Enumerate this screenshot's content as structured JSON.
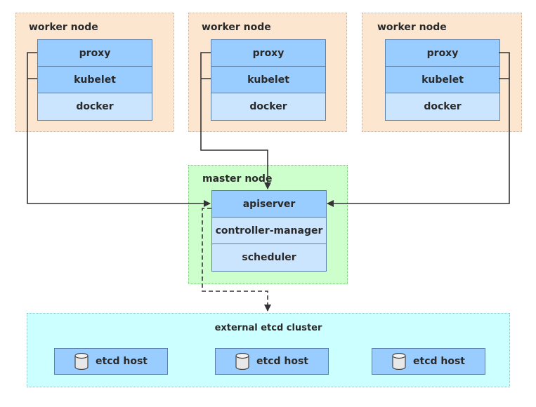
{
  "workers": [
    {
      "label": "worker node",
      "layers": [
        "proxy",
        "kubelet",
        "docker"
      ]
    },
    {
      "label": "worker node",
      "layers": [
        "proxy",
        "kubelet",
        "docker"
      ]
    },
    {
      "label": "worker node",
      "layers": [
        "proxy",
        "kubelet",
        "docker"
      ]
    }
  ],
  "master": {
    "label": "master node",
    "layers": [
      "apiserver",
      "controller-manager",
      "scheduler"
    ]
  },
  "etcd": {
    "label": "external etcd cluster",
    "hosts": [
      "etcd host",
      "etcd host",
      "etcd host"
    ]
  },
  "colors": {
    "worker_bg": "#fde6cf",
    "master_bg": "#ccffcc",
    "etcd_bg": "#ccffff",
    "layer_primary": "#99ccff",
    "layer_light": "#cce5ff",
    "connector": "#333333"
  },
  "icons": {
    "etcd_host": "database-cylinder-icon"
  }
}
